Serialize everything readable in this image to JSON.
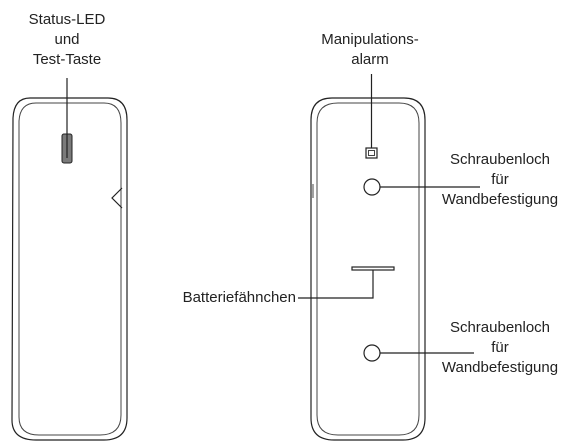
{
  "labels": {
    "status_led_line1": "Status-LED",
    "status_led_line2": "und",
    "status_led_line3": "Test-Taste",
    "tamper_line1": "Manipulations-",
    "tamper_line2": "alarm",
    "screw_hole_1_line1": "Schraubenloch",
    "screw_hole_1_line2": "für",
    "screw_hole_1_line3": "Wandbefestigung",
    "battery_tab": "Batteriefähnchen",
    "screw_hole_2_line1": "Schraubenloch",
    "screw_hole_2_line2": "für",
    "screw_hole_2_line3": "Wandbefestigung"
  },
  "colors": {
    "line": "#222222",
    "led_fill": "#7a7a7a"
  }
}
